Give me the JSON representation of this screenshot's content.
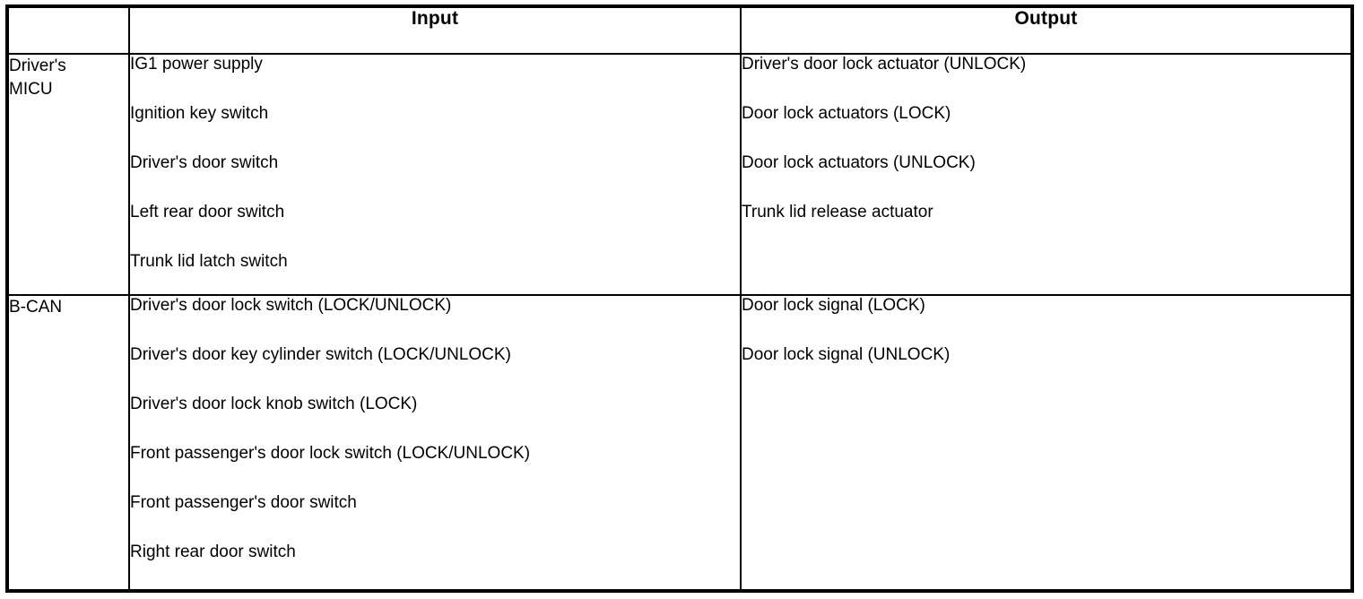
{
  "table": {
    "headers": {
      "system": "",
      "input": "Input",
      "output": "Output"
    },
    "rows": [
      {
        "system": "Driver's\nMICU",
        "inputs": [
          "IG1 power supply",
          "Ignition key switch",
          "Driver's door switch",
          "Left rear door switch",
          "Trunk lid latch switch"
        ],
        "outputs": [
          "Driver's door lock actuator (UNLOCK)",
          "Door lock actuators (LOCK)",
          "Door lock actuators (UNLOCK)",
          "Trunk lid release actuator"
        ]
      },
      {
        "system": "B-CAN",
        "inputs": [
          "Driver's door lock switch (LOCK/UNLOCK)",
          "Driver's door key cylinder switch (LOCK/UNLOCK)",
          "Driver's door lock knob switch (LOCK)",
          "Front passenger's door lock switch (LOCK/UNLOCK)",
          "Front passenger's door switch",
          "Right rear door switch"
        ],
        "outputs": [
          "Door lock signal (LOCK)",
          "Door lock signal (UNLOCK)"
        ]
      }
    ],
    "colors": {
      "border": "#000000",
      "text": "#000000",
      "background": "#ffffff"
    }
  }
}
